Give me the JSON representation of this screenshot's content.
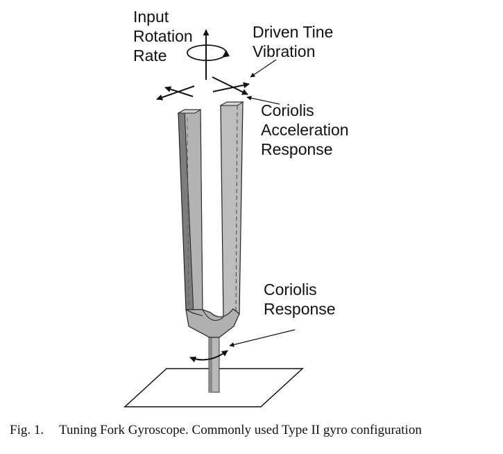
{
  "diagram": {
    "labels": {
      "input_rotation_rate": [
        "Input",
        "Rotation",
        "Rate"
      ],
      "driven_tine_vibration": [
        "Driven Tine",
        "Vibration"
      ],
      "coriolis_acceleration_response": [
        "Coriolis",
        "Acceleration",
        "Response"
      ],
      "coriolis_response": [
        "Coriolis",
        "Response"
      ]
    }
  },
  "caption": {
    "figure_number": "Fig. 1.",
    "text": "Tuning Fork Gyroscope. Commonly used Type II gyro configuration"
  }
}
